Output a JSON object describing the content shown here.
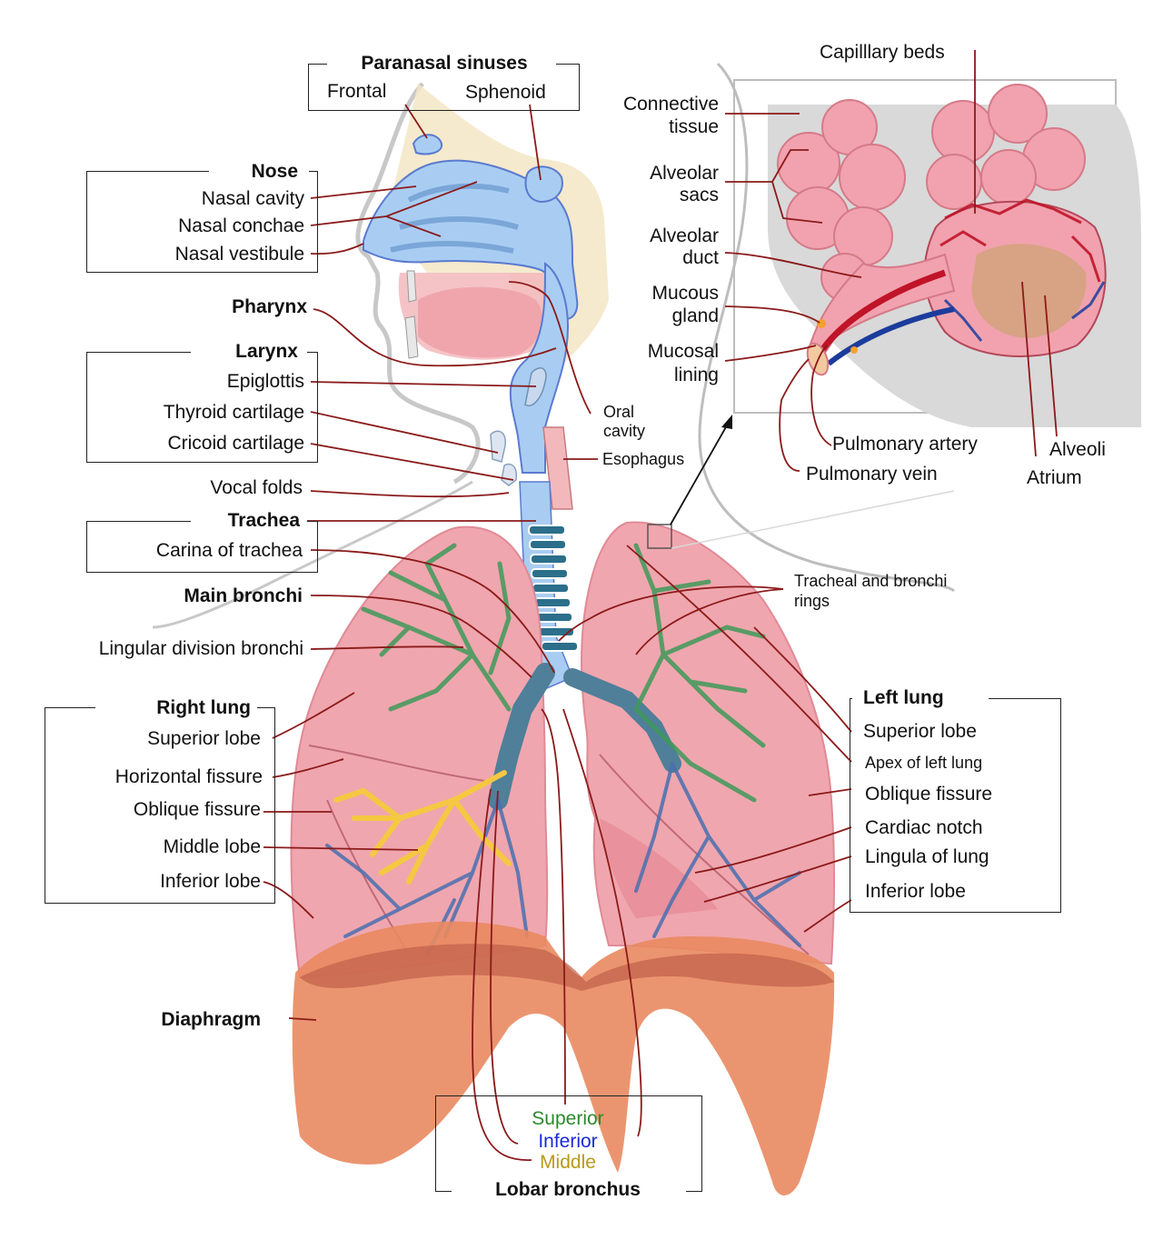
{
  "labels": {
    "paranasal_sinuses": "Paranasal sinuses",
    "frontal": "Frontal",
    "sphenoid": "Sphenoid",
    "nose": "Nose",
    "nasal_cavity": "Nasal cavity",
    "nasal_conchae": "Nasal conchae",
    "nasal_vestibule": "Nasal vestibule",
    "pharynx": "Pharynx",
    "larynx": "Larynx",
    "epiglottis": "Epiglottis",
    "thyroid_cartilage": "Thyroid cartilage",
    "cricoid_cartilage": "Cricoid cartilage",
    "oral_cavity_1": "Oral",
    "oral_cavity_2": "cavity",
    "esophagus": "Esophagus",
    "vocal_folds": "Vocal folds",
    "trachea": "Trachea",
    "carina_of_trachea": "Carina of trachea",
    "main_bronchi": "Main bronchi",
    "lingular_division_bronchi": "Lingular division bronchi",
    "right_lung": "Right lung",
    "right_superior_lobe": "Superior lobe",
    "horizontal_fissure": "Horizontal fissure",
    "right_oblique_fissure": "Oblique fissure",
    "middle_lobe": "Middle lobe",
    "right_inferior_lobe": "Inferior lobe",
    "diaphragm": "Diaphragm",
    "capillary_beds": "Capilllary beds",
    "connective_tissue_1": "Connective",
    "connective_tissue_2": "tissue",
    "alveolar_sacs_1": "Alveolar",
    "alveolar_sacs_2": "sacs",
    "alveolar_duct_1": "Alveolar",
    "alveolar_duct_2": "duct",
    "mucous_gland_1": "Mucous",
    "mucous_gland_2": "gland",
    "mucosal_lining_1": "Mucosal",
    "mucosal_lining_2": "lining",
    "pulmonary_artery": "Pulmonary artery",
    "pulmonary_vein": "Pulmonary vein",
    "alveoli": "Alveoli",
    "atrium": "Atrium",
    "tracheal_rings_1": "Tracheal and bronchi",
    "tracheal_rings_2": "rings",
    "left_lung": "Left lung",
    "left_superior_lobe": "Superior lobe",
    "apex_of_left_lung": "Apex of left lung",
    "left_oblique_fissure": "Oblique fissure",
    "cardiac_notch": "Cardiac notch",
    "lingula_of_lung": "Lingula of lung",
    "left_inferior_lobe": "Inferior lobe",
    "lobar_superior": "Superior",
    "lobar_inferior": "Inferior",
    "lobar_middle": "Middle",
    "lobar_bronchus": "Lobar bronchus"
  },
  "colors": {
    "leader_line": "#8b1a1a",
    "lobar_superior": "#2a8a2a",
    "lobar_inferior": "#1a2ad8",
    "lobar_middle": "#b89a1a",
    "lung": "#f0a6ae",
    "diaphragm": "#e98a60",
    "airway": "#a9cdf2",
    "bone": "#f3e6c4"
  }
}
